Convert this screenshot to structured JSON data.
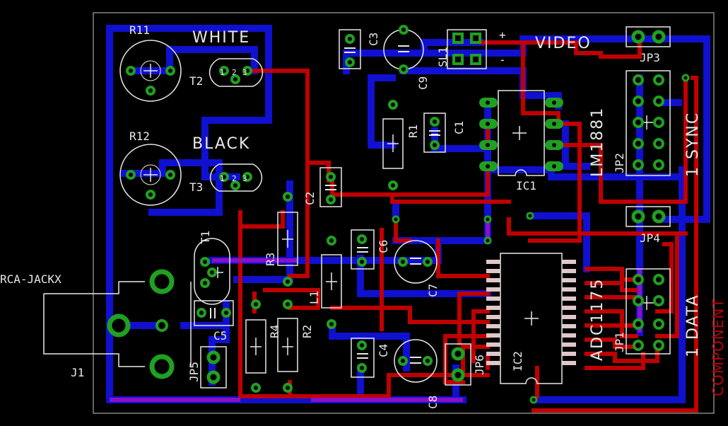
{
  "labels": {
    "R11": "R11",
    "R12": "R12",
    "white": "WHITE",
    "black": "BLACK",
    "T1": "T1",
    "T2": "T2",
    "T3": "T3",
    "rca": "RCA-JACKX",
    "J1": "J1",
    "C1": "C1",
    "C2": "C2",
    "C3": "C3",
    "C4": "C4",
    "C5": "C5",
    "C6": "C6",
    "C7": "C7",
    "C8": "C8",
    "C9": "C9",
    "R1": "R1",
    "R2": "R2",
    "R3": "R3",
    "R4": "R4",
    "L1": "L1",
    "SL1": "SL1",
    "plus": "+",
    "minus": "-",
    "video": "VIDEO",
    "IC1": "IC1",
    "LM1881": "LM1881",
    "IC2": "IC2",
    "ADC1175": "ADC1175",
    "JP1": "JP1",
    "JP2": "JP2",
    "JP3": "JP3",
    "JP4": "JP4",
    "JP5": "JP5",
    "JP6": "JP6",
    "sync": "1 SYNC",
    "data": "1 DATA",
    "component": "COMPONENT",
    "pin1": "1",
    "pin2": "2",
    "pin3": "3"
  },
  "colors": {
    "background": "#000000",
    "top_copper": "#c00000",
    "bottom_copper": "#1010d0",
    "pad": "#20a020",
    "drill": "#000000",
    "silkscreen": "#e8e8e8",
    "outline": "#c8c8c8"
  }
}
